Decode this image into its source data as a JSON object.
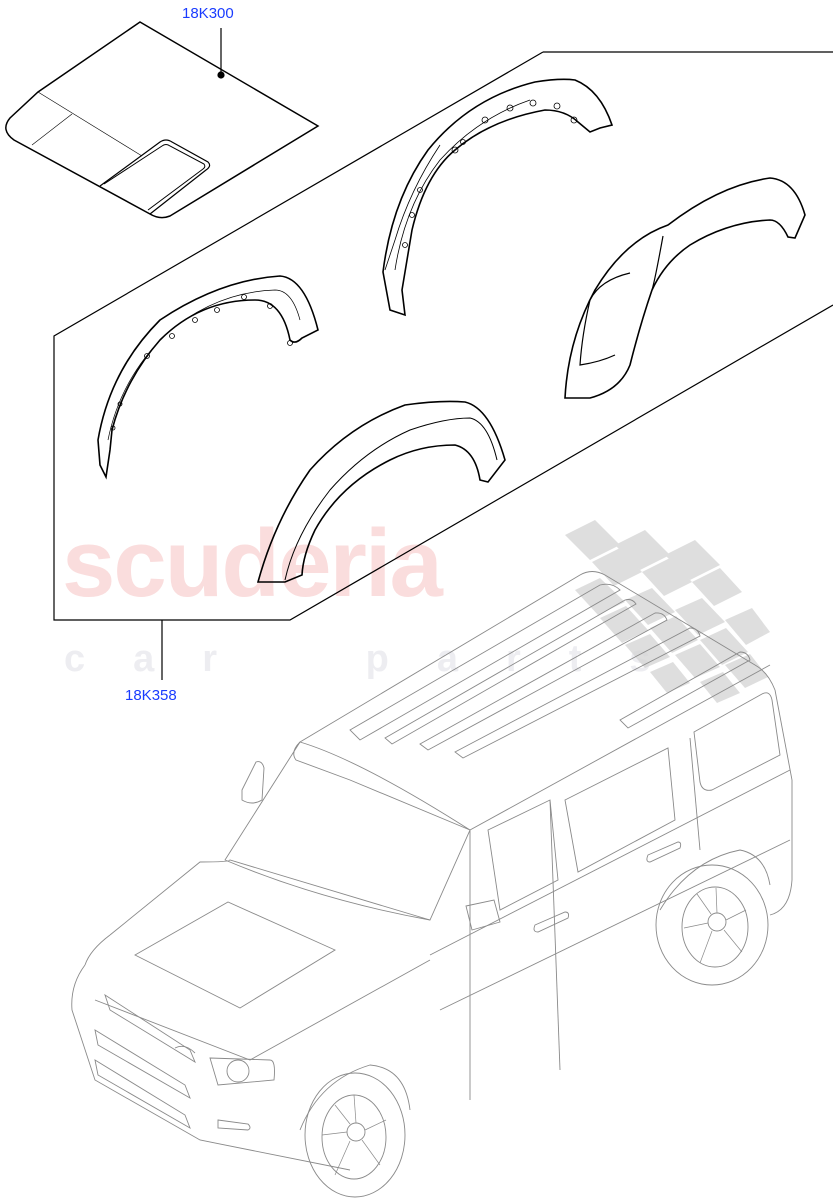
{
  "diagram": {
    "type": "parts-exploded-view",
    "subject": "SUV body exterior kit",
    "callouts": [
      {
        "id": "hood-decal",
        "part_number": "18K300"
      },
      {
        "id": "wheel-arch-kit",
        "part_number": "18K358"
      }
    ],
    "components": [
      {
        "name": "hood-decal-panel",
        "callout": "18K300"
      },
      {
        "name": "wheel-arch-front-left",
        "callout": "18K358"
      },
      {
        "name": "wheel-arch-rear-left",
        "callout": "18K358"
      },
      {
        "name": "wheel-arch-front-right",
        "callout": "18K358"
      },
      {
        "name": "wheel-arch-rear-right",
        "callout": "18K358"
      },
      {
        "name": "reference-vehicle",
        "callout": null
      }
    ],
    "colors": {
      "callout_text": "#1a3cff",
      "line_art": "#000000",
      "vehicle_line": "#8a8a8a",
      "watermark_red": "#f4b4b4",
      "watermark_gray": "#d9d9de",
      "checker_gray": "#d4d4d4"
    }
  },
  "watermark": {
    "main": "scuderia",
    "sub": "car parts"
  }
}
